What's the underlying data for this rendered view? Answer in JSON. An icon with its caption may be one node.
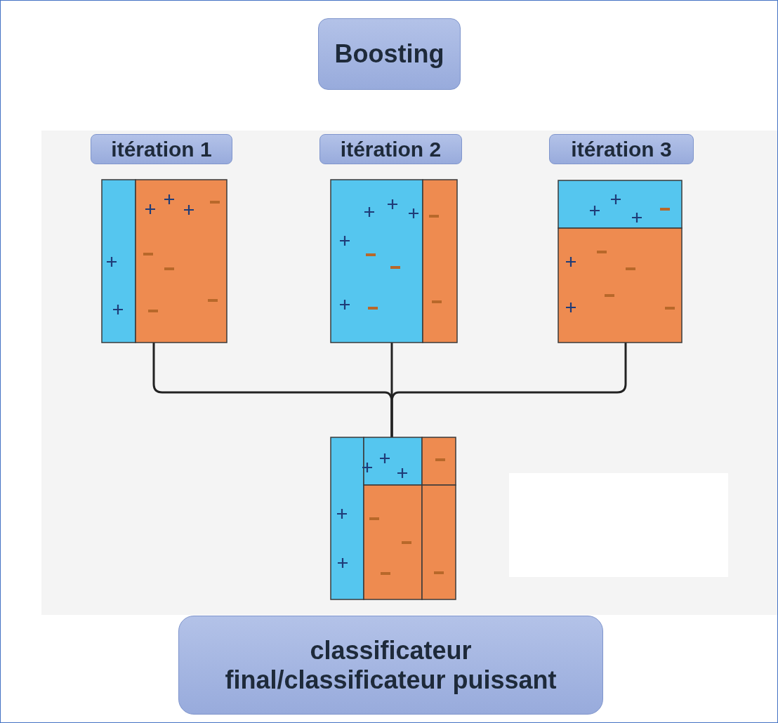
{
  "diagram": {
    "nodes": [
      {
        "text": [
          "Boosting"
        ]
      },
      {
        "text": [
          "itération 1"
        ]
      },
      {
        "text": [
          "itération 2"
        ]
      },
      {
        "text": [
          "itération 3"
        ]
      },
      {
        "text": [],
        "shape": "picture"
      },
      {
        "text": [],
        "shape": "picture"
      },
      {
        "text": [],
        "shape": "picture"
      },
      {
        "text": [],
        "shape": "picture"
      },
      {
        "text": [
          "classificateur final/classificateur puissant"
        ]
      }
    ],
    "edges": [
      {
        "from": 4,
        "to": 7,
        "arrow": "none"
      },
      {
        "from": 5,
        "to": 7,
        "arrow": "none"
      },
      {
        "from": 6,
        "to": 7,
        "arrow": "none"
      }
    ]
  }
}
